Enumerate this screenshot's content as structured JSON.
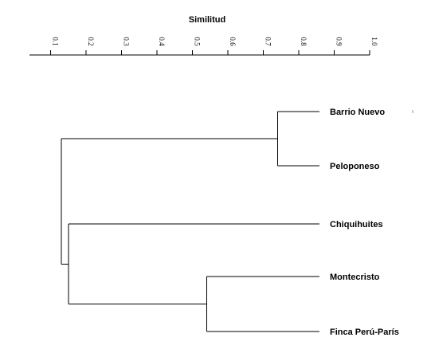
{
  "chart_data": {
    "type": "dendrogram",
    "axis_title": "Similitud",
    "axis_range": [
      0.0,
      1.0
    ],
    "tick_values": [
      0.1,
      0.2,
      0.3,
      0.4,
      0.5,
      0.6,
      0.7,
      0.8,
      0.9,
      1.0
    ],
    "tick_labels": [
      "0.1",
      "0.2",
      "0.3",
      "0.4",
      "0.5",
      "0.6",
      "0.7",
      "0.8",
      "0.9",
      "1.0"
    ],
    "leaves": [
      "Barrio Nuevo",
      "Peloponeso",
      "Chiquihuites",
      "Montecristo",
      "Finca Perú-París"
    ],
    "merges": [
      {
        "members": [
          "Barrio Nuevo",
          "Peloponeso"
        ],
        "similarity": 0.74
      },
      {
        "members": [
          "Montecristo",
          "Finca Perú-París"
        ],
        "similarity": 0.54
      },
      {
        "members": [
          "Chiquihuites",
          "Montecristo + Finca Perú-París"
        ],
        "similarity": 0.15
      },
      {
        "members": [
          "Barrio Nuevo + Peloponeso",
          "Chiquihuites + Montecristo + Finca Perú-París"
        ],
        "similarity": 0.13
      }
    ]
  }
}
